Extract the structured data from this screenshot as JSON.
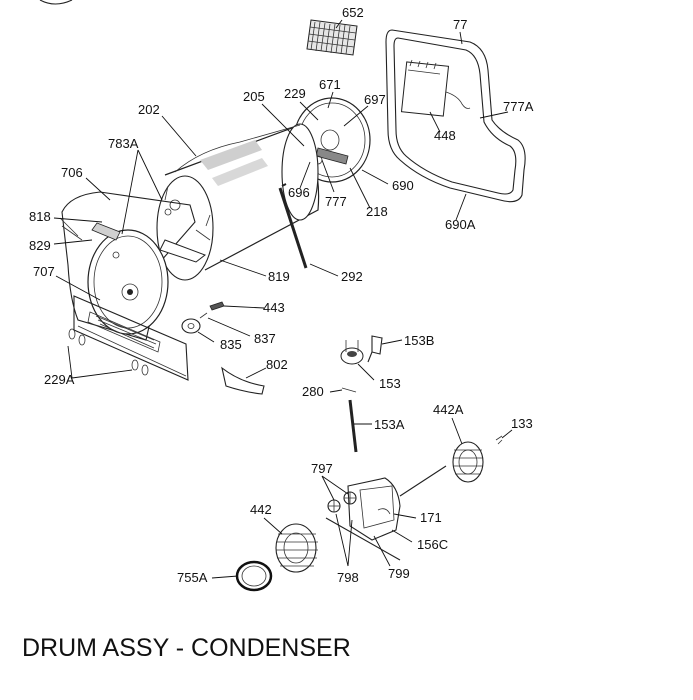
{
  "title": "DRUM ASSY - CONDENSER",
  "colors": {
    "line": "#222222",
    "text": "#111111",
    "background": "#ffffff",
    "shade": "#d8d8d8"
  },
  "parts": {
    "p652": "652",
    "p77": "77",
    "p671": "671",
    "p229": "229",
    "p205": "205",
    "p697": "697",
    "p202": "202",
    "p783A": "783A",
    "p777A": "777A",
    "p448": "448",
    "p706": "706",
    "p696": "696",
    "p777": "777",
    "p690": "690",
    "p218": "218",
    "p690A": "690A",
    "p818": "818",
    "p829": "829",
    "p707": "707",
    "p819": "819",
    "p292": "292",
    "p443": "443",
    "p837": "837",
    "p835": "835",
    "p153B": "153B",
    "p229A": "229A",
    "p802": "802",
    "p153": "153",
    "p280": "280",
    "p153A": "153A",
    "p442A": "442A",
    "p133": "133",
    "p797": "797",
    "p171": "171",
    "p442": "442",
    "p156C": "156C",
    "p755A": "755A",
    "p799": "799",
    "p798": "798"
  }
}
